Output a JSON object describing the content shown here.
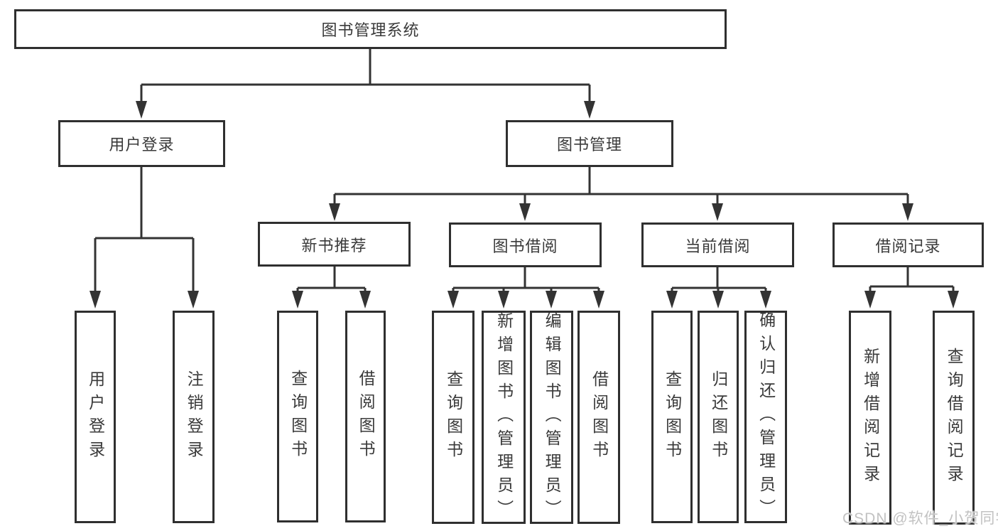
{
  "diagram": {
    "title": "图书管理系统",
    "level2": {
      "user_login": "用户登录",
      "book_management": "图书管理"
    },
    "level3": {
      "new_book_recommend": "新书推荐",
      "book_borrow": "图书借阅",
      "current_borrow": "当前借阅",
      "borrow_record": "借阅记录"
    },
    "leaves": {
      "user_login": [
        "用户登录",
        "注销登录"
      ],
      "new_book_recommend": [
        "查询图书",
        "借阅图书"
      ],
      "book_borrow": [
        "查询图书",
        "新增图书（管理员）",
        "编辑图书（管理员）",
        "借阅图书"
      ],
      "current_borrow": [
        "查询图书",
        "归还图书",
        "确认归还（管理员）"
      ],
      "borrow_record": [
        "新增借阅记录",
        "查询借阅记录"
      ]
    },
    "watermark": "CSDN @软件_小贺同学",
    "colors": {
      "line": "#333333",
      "box_border": "#2f2f2f",
      "box_fill": "#ffffff",
      "text": "#3a3a3a",
      "watermark": "#c2c2c2",
      "background": "#ffffff"
    }
  }
}
